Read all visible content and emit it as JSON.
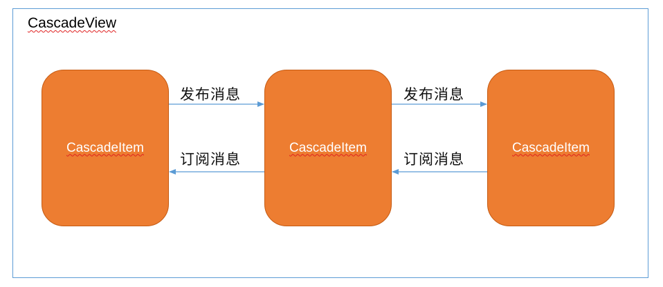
{
  "title": "CascadeView",
  "items": [
    {
      "label": "CascadeItem"
    },
    {
      "label": "CascadeItem"
    },
    {
      "label": "CascadeItem"
    }
  ],
  "links": [
    {
      "publish": "发布消息",
      "subscribe": "订阅消息"
    },
    {
      "publish": "发布消息",
      "subscribe": "订阅消息"
    }
  ],
  "colors": {
    "item": "#ed7d31",
    "arrow": "#5b9bd5",
    "frame": "#5b9bd5"
  }
}
